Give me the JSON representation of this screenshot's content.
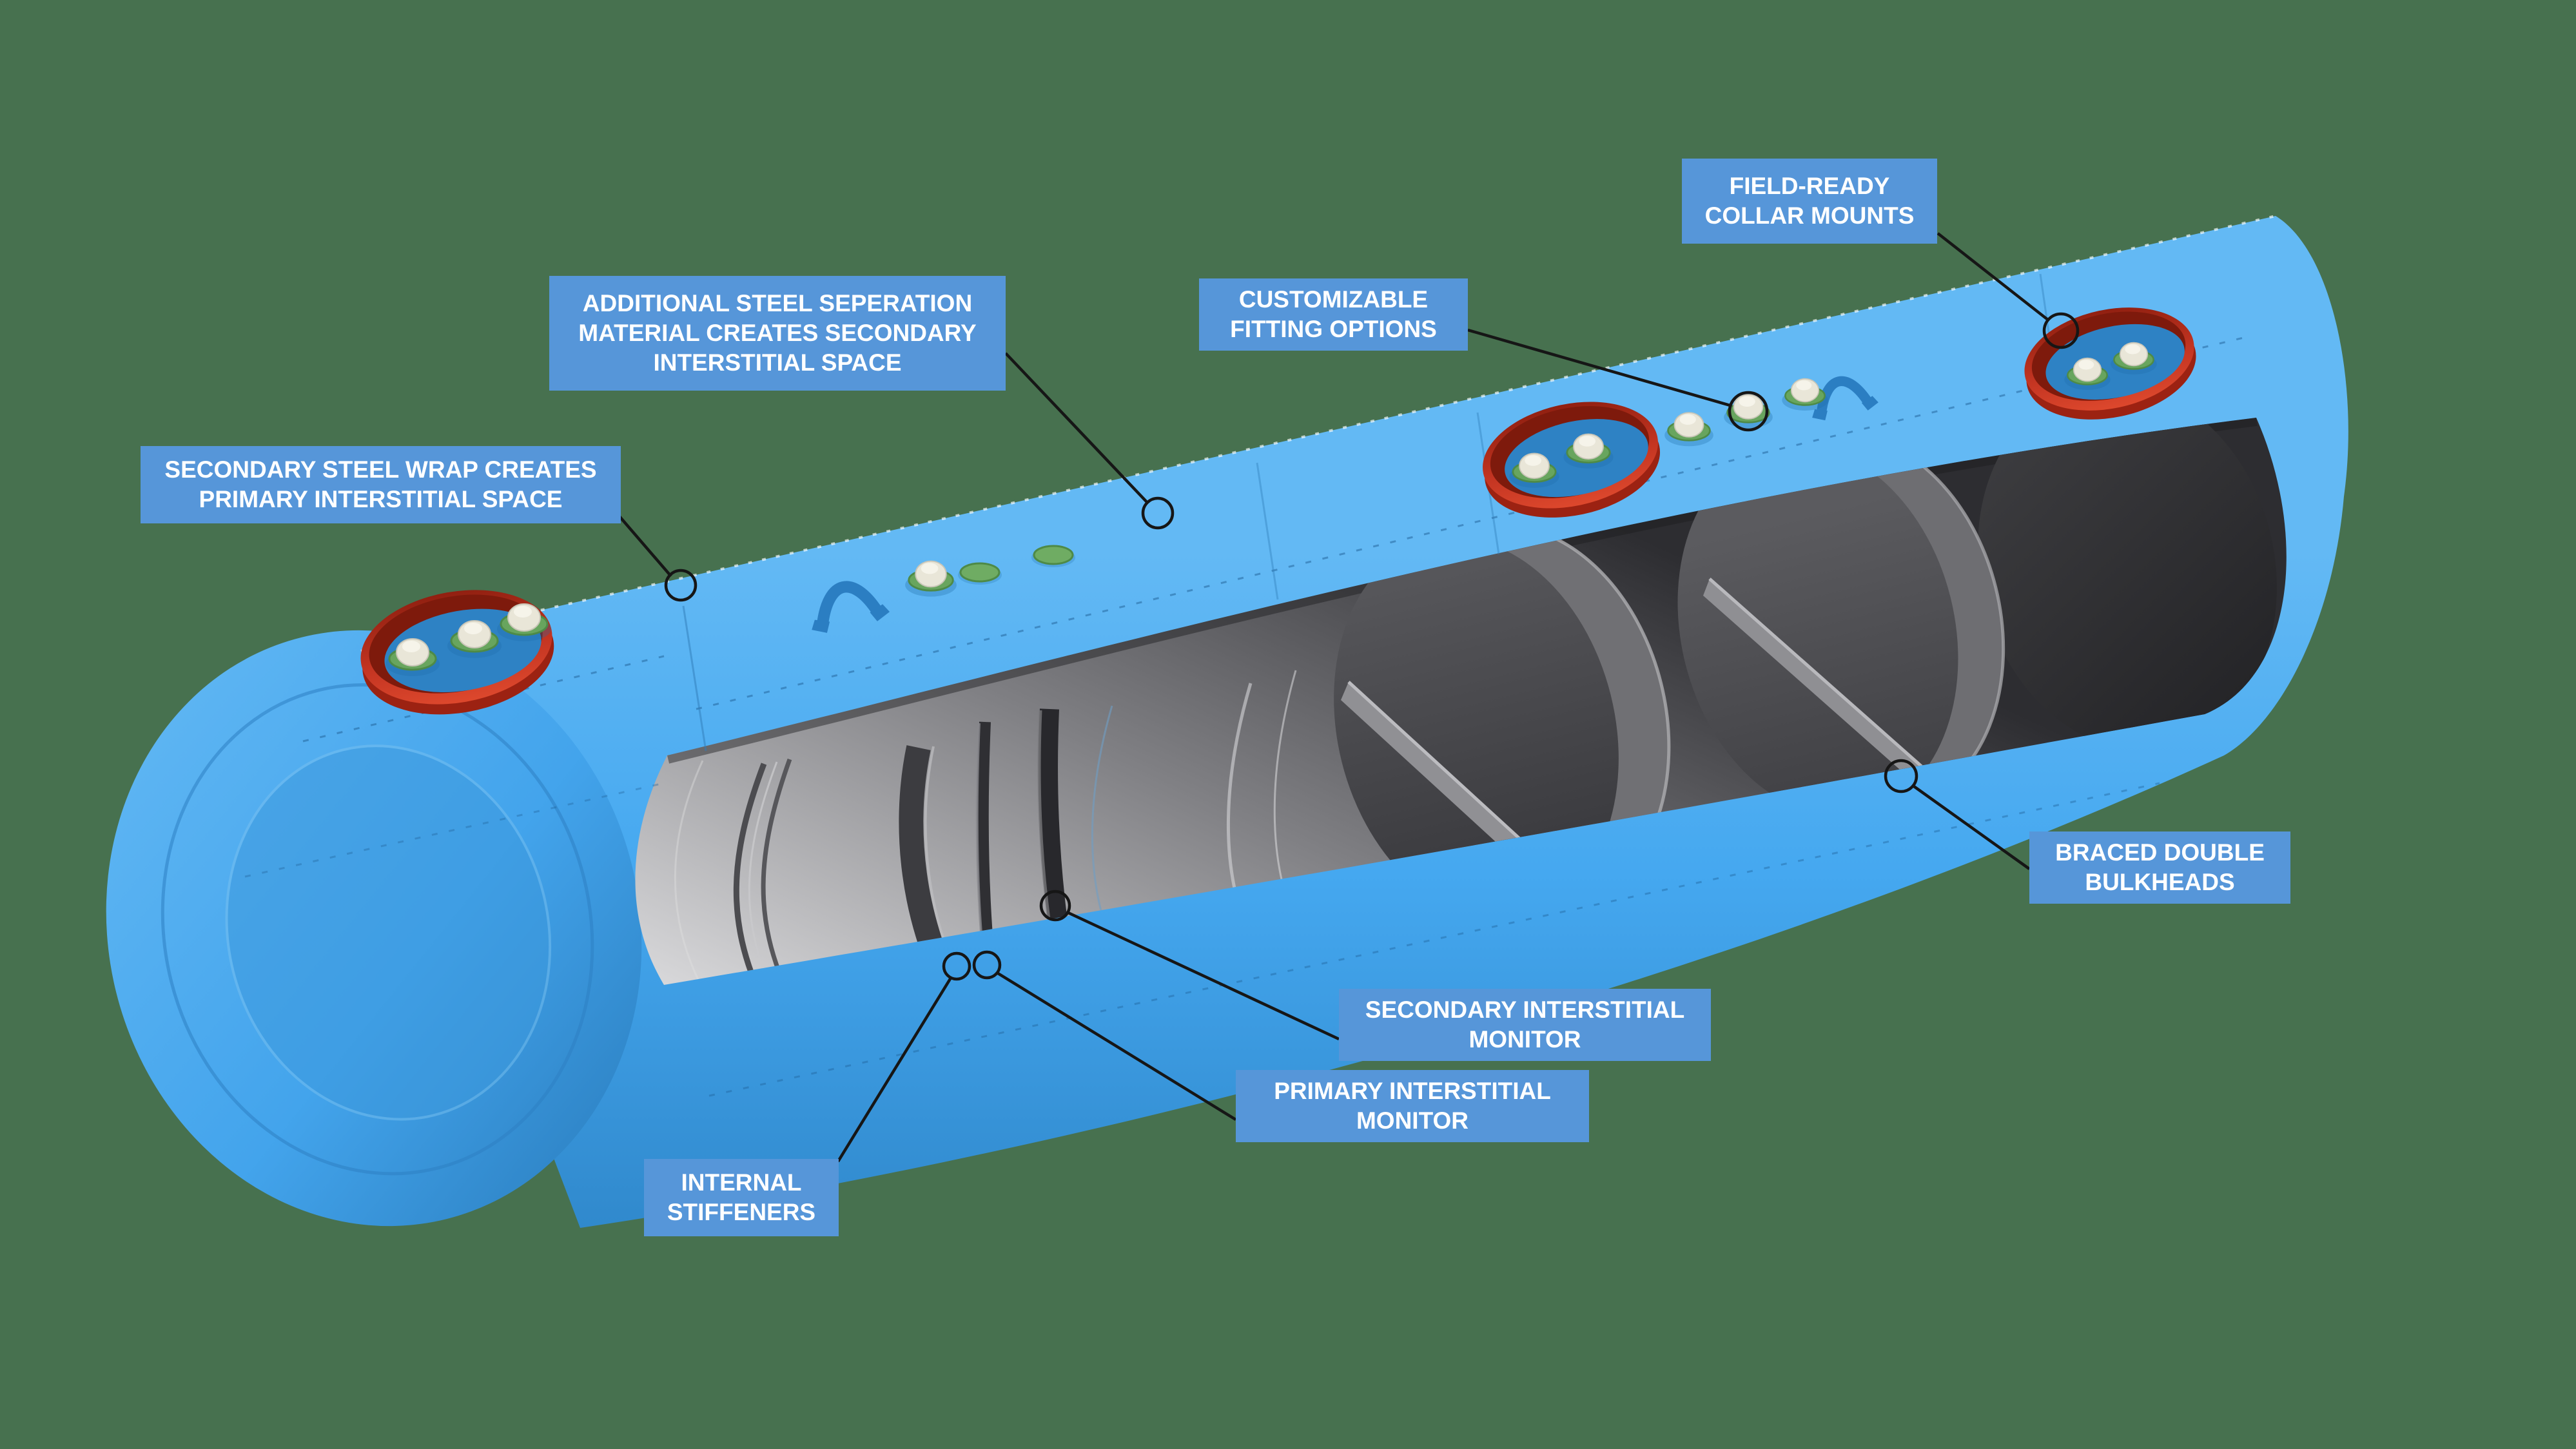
{
  "palette": {
    "background": "#47714F",
    "label_bg": "#5696D9",
    "label_text": "#FFFFFF",
    "leader_line": "#161616",
    "tank_blue": "#45A8F0",
    "tank_blue_light": "#66BCF5",
    "tank_blue_dark": "#2E86C9",
    "collar_red": "#CE3A24",
    "collar_red_dark": "#8C1D10",
    "interior_gray_dark": "#2D2D31",
    "interior_gray_light": "#DCDCDE",
    "fitting_cap": "#E9E6D8",
    "fitting_base": "#68A55E",
    "logo_blue": "#2B7EC2"
  },
  "callouts": {
    "field_ready": {
      "text": "FIELD-READY\nCOLLAR MOUNTS"
    },
    "additional": {
      "text": "ADDITIONAL STEEL SEPERATION\nMATERIAL CREATES SECONDARY\nINTERSTITIAL SPACE"
    },
    "customizable": {
      "text": "CUSTOMIZABLE\nFITTING OPTIONS"
    },
    "secondary_wrap": {
      "text": "SECONDARY STEEL WRAP CREATES\nPRIMARY INTERSTITIAL SPACE"
    },
    "braced": {
      "text": "BRACED DOUBLE\nBULKHEADS"
    },
    "secondary_monitor": {
      "text": "SECONDARY INTERSTITIAL\nMONITOR"
    },
    "primary_monitor": {
      "text": "PRIMARY INTERSTITIAL\nMONITOR"
    },
    "internal_stiffeners": {
      "text": "INTERNAL\nSTIFFENERS"
    }
  },
  "icons": {
    "brand_swoosh": "arch-swoosh logo mark on tank shell",
    "collar": "red field-ready collar ring",
    "fitting": "white threaded fitting cap on green gasket"
  }
}
